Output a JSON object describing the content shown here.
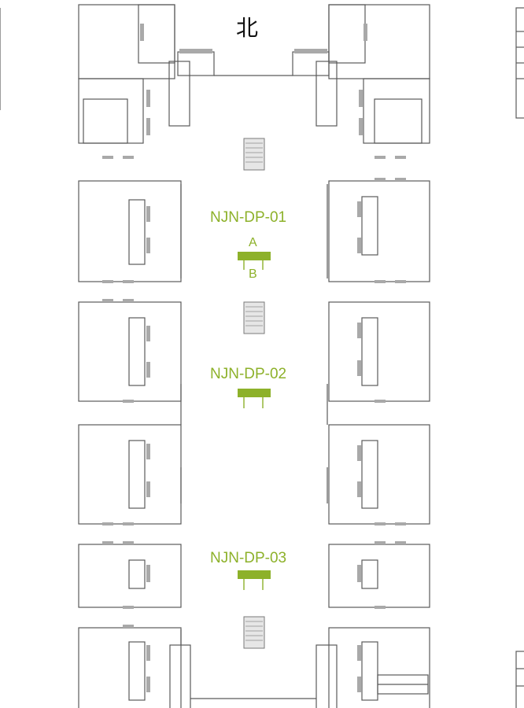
{
  "compass": {
    "north_label": "北"
  },
  "points": [
    {
      "id": "NJN-DP-01",
      "entrances": [
        "A",
        "B"
      ]
    },
    {
      "id": "NJN-DP-02"
    },
    {
      "id": "NJN-DP-03"
    }
  ],
  "colors": {
    "accent": "#8db12a",
    "wall": "#5a5a5a",
    "door": "#a9a9a9"
  },
  "icons": {
    "stairs": "stairs-icon",
    "device": "device-marker-icon"
  }
}
